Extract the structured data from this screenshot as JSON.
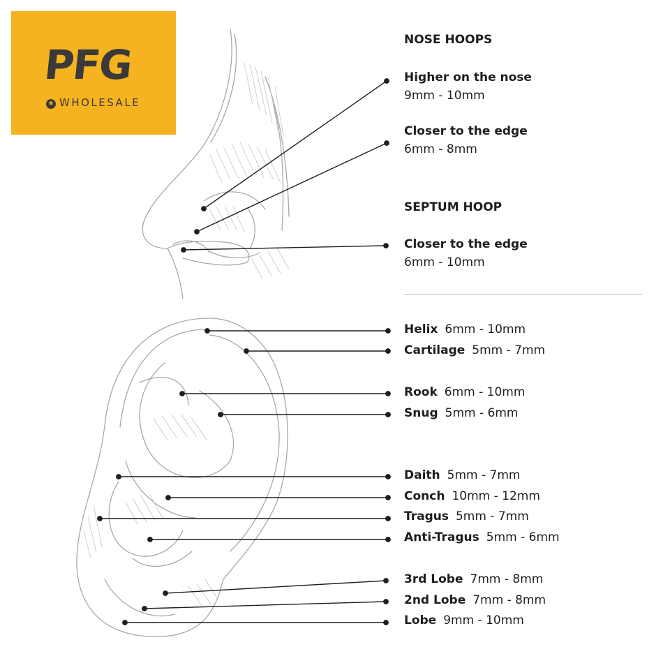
{
  "logo": {
    "brand": "PFG",
    "star": "★",
    "subtitle": "WHOLESALE",
    "color": "#f6b320"
  },
  "nose": {
    "section_hoops": "NOSE HOOPS",
    "higher_label": "Higher on the nose",
    "higher_range": "9mm - 10mm",
    "edge_label": "Closer to the edge",
    "edge_range": "6mm - 8mm",
    "section_septum": "SEPTUM HOOP",
    "septum_label": "Closer to the edge",
    "septum_range": "6mm - 10mm"
  },
  "ear": [
    {
      "name": "Helix",
      "size": "6mm - 10mm"
    },
    {
      "name": "Cartilage",
      "size": "5mm - 7mm"
    },
    {
      "name": "Rook",
      "size": "6mm - 10mm"
    },
    {
      "name": "Snug",
      "size": "5mm - 6mm"
    },
    {
      "name": "Daith",
      "size": "5mm - 7mm"
    },
    {
      "name": "Conch",
      "size": "10mm - 12mm"
    },
    {
      "name": "Tragus",
      "size": "5mm - 7mm"
    },
    {
      "name": "Anti-Tragus",
      "size": "5mm - 6mm"
    },
    {
      "name": "3rd Lobe",
      "size": "7mm - 8mm"
    },
    {
      "name": "2nd Lobe",
      "size": "7mm - 8mm"
    },
    {
      "name": "Lobe",
      "size": "9mm - 10mm"
    }
  ]
}
